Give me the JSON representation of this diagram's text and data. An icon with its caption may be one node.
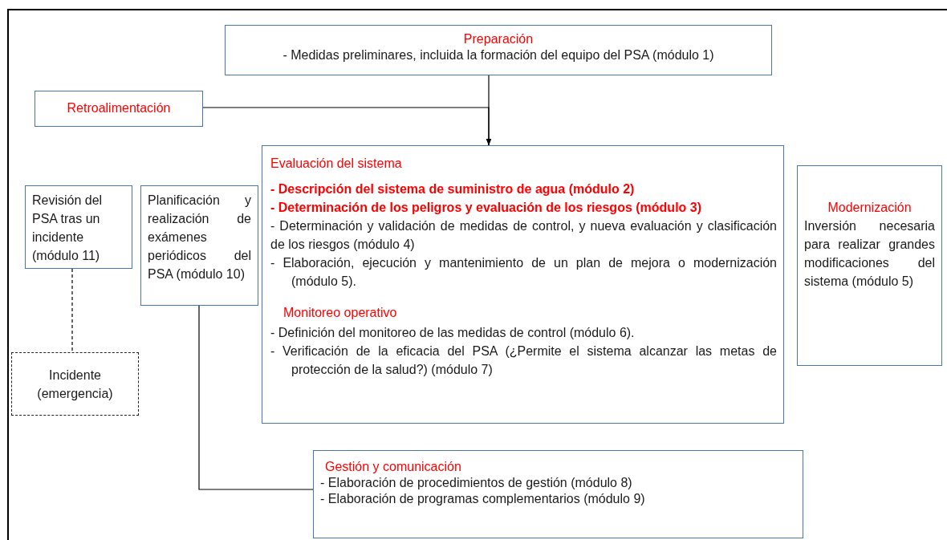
{
  "diagram": {
    "nodes": [
      {
        "text": [
          "Preparación",
          "- Medidas preliminares, incluida la formación del equipo del PSA (módulo 1)"
        ]
      },
      {
        "text": [
          "Retroalimentación"
        ]
      },
      {
        "text": [
          "Evaluación del sistema",
          "- Descripción del sistema de suministro de agua (módulo 2)",
          "- Determinación de los peligros y evaluación de los riesgos (módulo 3)",
          "- Determinación y validación de medidas de control, y nueva evaluación y clasificación de los riesgos (módulo 4)",
          "- Elaboración, ejecución y mantenimiento de un plan de mejora o modernización (módulo 5).",
          "Monitoreo operativo",
          "- Definición del monitoreo de las medidas de control (módulo 6).",
          "- Verificación de la eficacia del PSA (¿Permite el sistema alcanzar las metas de protección de la salud?) (módulo 7)"
        ]
      },
      {
        "text": [
          "Modernización",
          "Inversión necesaria para realizar grandes modificaciones del sistema (módulo 5)"
        ]
      },
      {
        "text": [
          "Revisión del PSA tras un incidente (módulo 11)"
        ]
      },
      {
        "text": [
          "Planificación y realización de exámenes periódicos del PSA (módulo 10)"
        ]
      },
      {
        "text": [
          "Incidente (emergencia)"
        ]
      },
      {
        "text": [
          "Gestión y comunicación",
          "- Elaboración de procedimientos de gestión (módulo 8)",
          "- Elaboración de programas complementarios (módulo 9)"
        ]
      }
    ],
    "edges": [
      {
        "from": 0,
        "to": 2,
        "arrow": "to"
      },
      {
        "from": 1,
        "to": 2,
        "arrow": "to"
      },
      {
        "from": 4,
        "to": 6,
        "arrow": "none",
        "style": "dashed"
      },
      {
        "from": 5,
        "to": 7,
        "arrow": "none"
      }
    ]
  }
}
